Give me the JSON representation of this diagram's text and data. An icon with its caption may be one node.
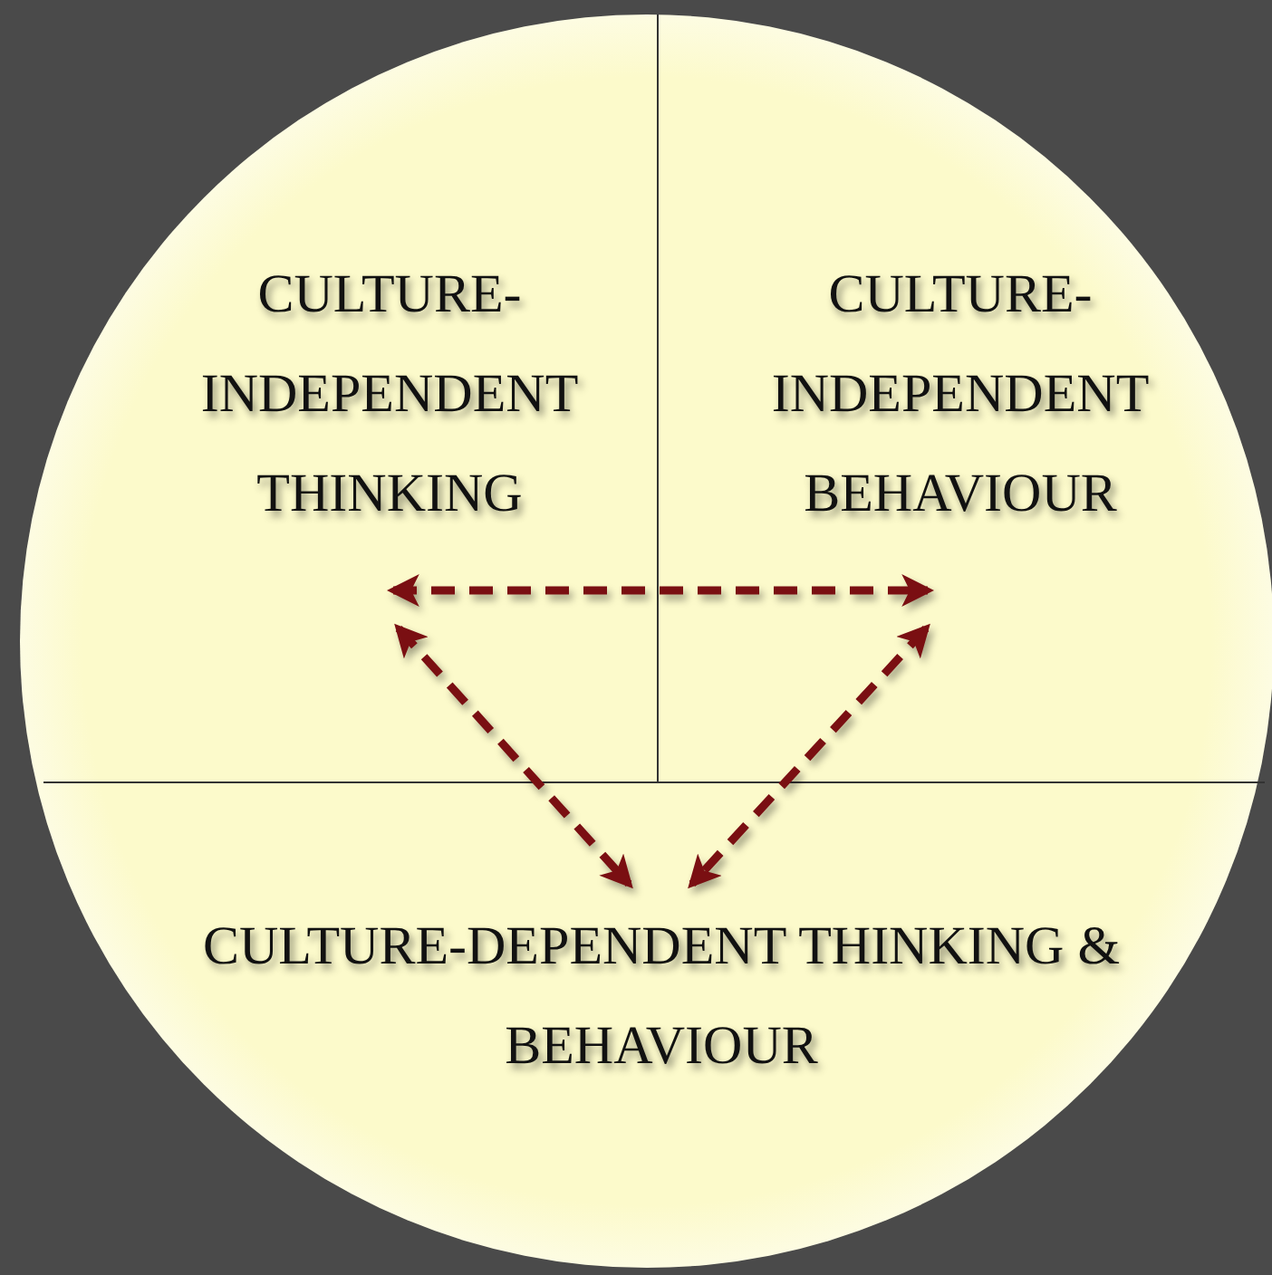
{
  "diagram": {
    "nodes": [
      {
        "text": [
          "CULTURE-INDEPENDENT THINKING"
        ]
      },
      {
        "text": [
          "CULTURE-INDEPENDENT BEHAVIOUR"
        ]
      },
      {
        "text": [
          "CULTURE-DEPENDENT THINKING & BEHAVIOUR"
        ]
      }
    ],
    "edges": [
      {
        "from": 0,
        "to": 1,
        "arrow": "both",
        "style": "dashed"
      },
      {
        "from": 0,
        "to": 2,
        "arrow": "both",
        "style": "dashed"
      },
      {
        "from": 1,
        "to": 2,
        "arrow": "both",
        "style": "dashed"
      }
    ]
  }
}
